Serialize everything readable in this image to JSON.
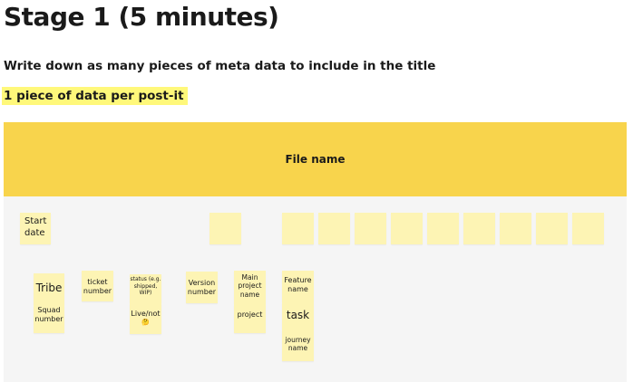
{
  "page": {
    "title": "Stage 1 (5 minutes)",
    "instruction": "Write down as many pieces of meta data to include in the title",
    "highlight": "1 piece of data per post-it"
  },
  "board": {
    "header_label": "File name",
    "header_color": "#f8d44c",
    "sticky_color": "#fdf4b4",
    "notes": {
      "start_date": "Start date",
      "tribe": "Tribe",
      "squad_number": "Squad number",
      "ticket_number": "ticket number",
      "status": "status (e.g. shipped, WIP)",
      "live_not": "Live/not",
      "emoji": "🤔",
      "version_number": "Version number",
      "main_project_name": "Main project name",
      "project": "project",
      "feature_name": "Feature name",
      "task": "task",
      "journey_name": "journey name"
    }
  }
}
